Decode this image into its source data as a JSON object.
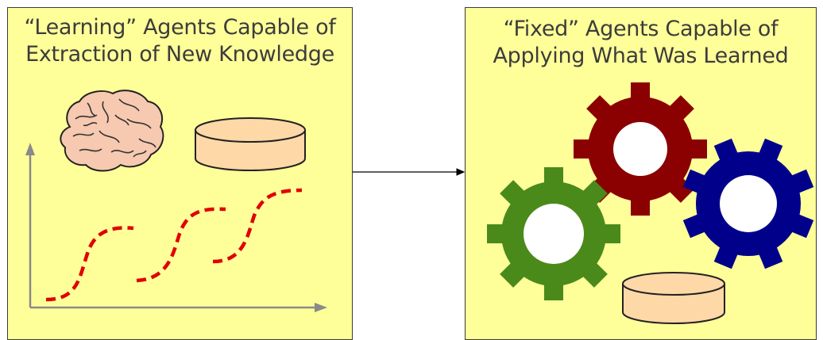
{
  "left_panel": {
    "title_line1": "“Learning” Agents Capable of",
    "title_line2": "Extraction of New Knowledge",
    "background": "#ffff99",
    "icons": [
      "brain-icon",
      "database-icon",
      "chart-axes",
      "dashed-curve"
    ]
  },
  "right_panel": {
    "title_line1": "“Fixed” Agents Capable of",
    "title_line2": "Applying What Was Learned",
    "background": "#ffff99",
    "icons": [
      "gear-icon-red",
      "gear-icon-blue",
      "gear-icon-green",
      "database-icon"
    ]
  },
  "colors": {
    "gear_red": "#8b0000",
    "gear_blue": "#00008b",
    "gear_green": "#4a8a1a",
    "database": "#ffd8a8",
    "curve": "#e00000",
    "brain": "#f6c9b0"
  }
}
